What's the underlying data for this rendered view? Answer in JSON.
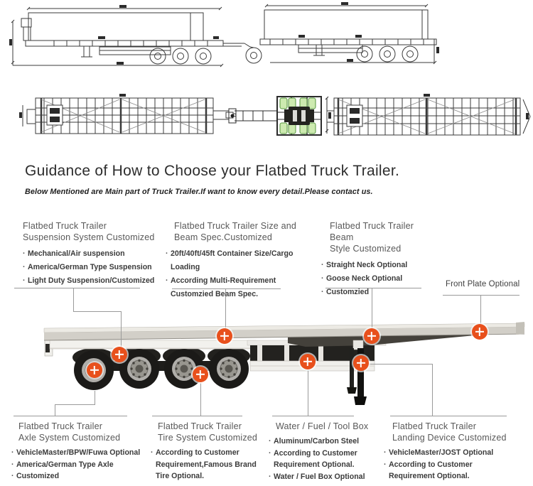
{
  "heading": {
    "title": "Guidance of How to Choose your Flatbed Truck Trailer.",
    "subtitle": "Below Mentioned are Main part of Truck Trailer.If want to know every detail.Please contact us."
  },
  "top_callouts": [
    {
      "title": [
        "Flatbed Truck Trailer",
        "Suspension System Customized"
      ],
      "bullets": [
        [
          "Mechanical/Air suspension"
        ],
        [
          "America/German Type Suspension"
        ],
        [
          "Light Duty Suspension/Customized"
        ]
      ]
    },
    {
      "title": [
        "Flatbed Truck Trailer  Size and",
        "Beam Spec.Customized"
      ],
      "bullets": [
        [
          "20ft/40ft/45ft Container Size/Cargo Loading"
        ],
        [
          "According Multi-Requirement",
          "Customzied Beam Spec."
        ]
      ]
    },
    {
      "title": [
        "Flatbed Truck Trailer  Beam",
        "Style Customized"
      ],
      "bullets": [
        [
          "Straight Neck Optional"
        ],
        [
          "Goose Neck Optional"
        ],
        [
          "Customzied"
        ]
      ]
    }
  ],
  "front_plate": {
    "label": "Front Plate Optional"
  },
  "bottom_callouts": [
    {
      "title": [
        "Flatbed Truck Trailer",
        "Axle System Customized"
      ],
      "bullets": [
        [
          "VehicleMaster/BPW/Fuwa Optional"
        ],
        [
          "America/German Type Axle"
        ],
        [
          "Customized"
        ]
      ]
    },
    {
      "title": [
        "Flatbed Truck Trailer",
        "Tire System Customized"
      ],
      "bullets": [
        [
          "According to Customer",
          "Requirement,Famous Brand",
          "Tire Optional."
        ]
      ]
    },
    {
      "title": [
        "Water / Fuel / Tool Box"
      ],
      "bullets": [
        [
          "Aluminum/Carbon Steel"
        ],
        [
          "According to Customer",
          "Requirement Optional."
        ],
        [
          "Water / Fuel Box Optional"
        ]
      ]
    },
    {
      "title": [
        "Flatbed Truck Trailer",
        "Landing Device Customized"
      ],
      "bullets": [
        [
          "VehicleMaster/JOST Optional"
        ],
        [
          "According to Customer",
          "Requirement Optional."
        ]
      ]
    }
  ],
  "ui": {
    "bullet_char": "·"
  },
  "colors": {
    "marker": "#e8501c",
    "marker_cross": "#ffffff",
    "callout_line": "#9a9a9a",
    "drawing_line": "#3b3b3b",
    "dolly_green": "#cdeab0",
    "dolly_green_border": "#55963d",
    "deck_top": "#eceae4",
    "deck_side": "#d2cfc8",
    "trailer_white": "#f1f0ec",
    "tire": "#1b1a18",
    "rim": "#b0aeaa"
  }
}
